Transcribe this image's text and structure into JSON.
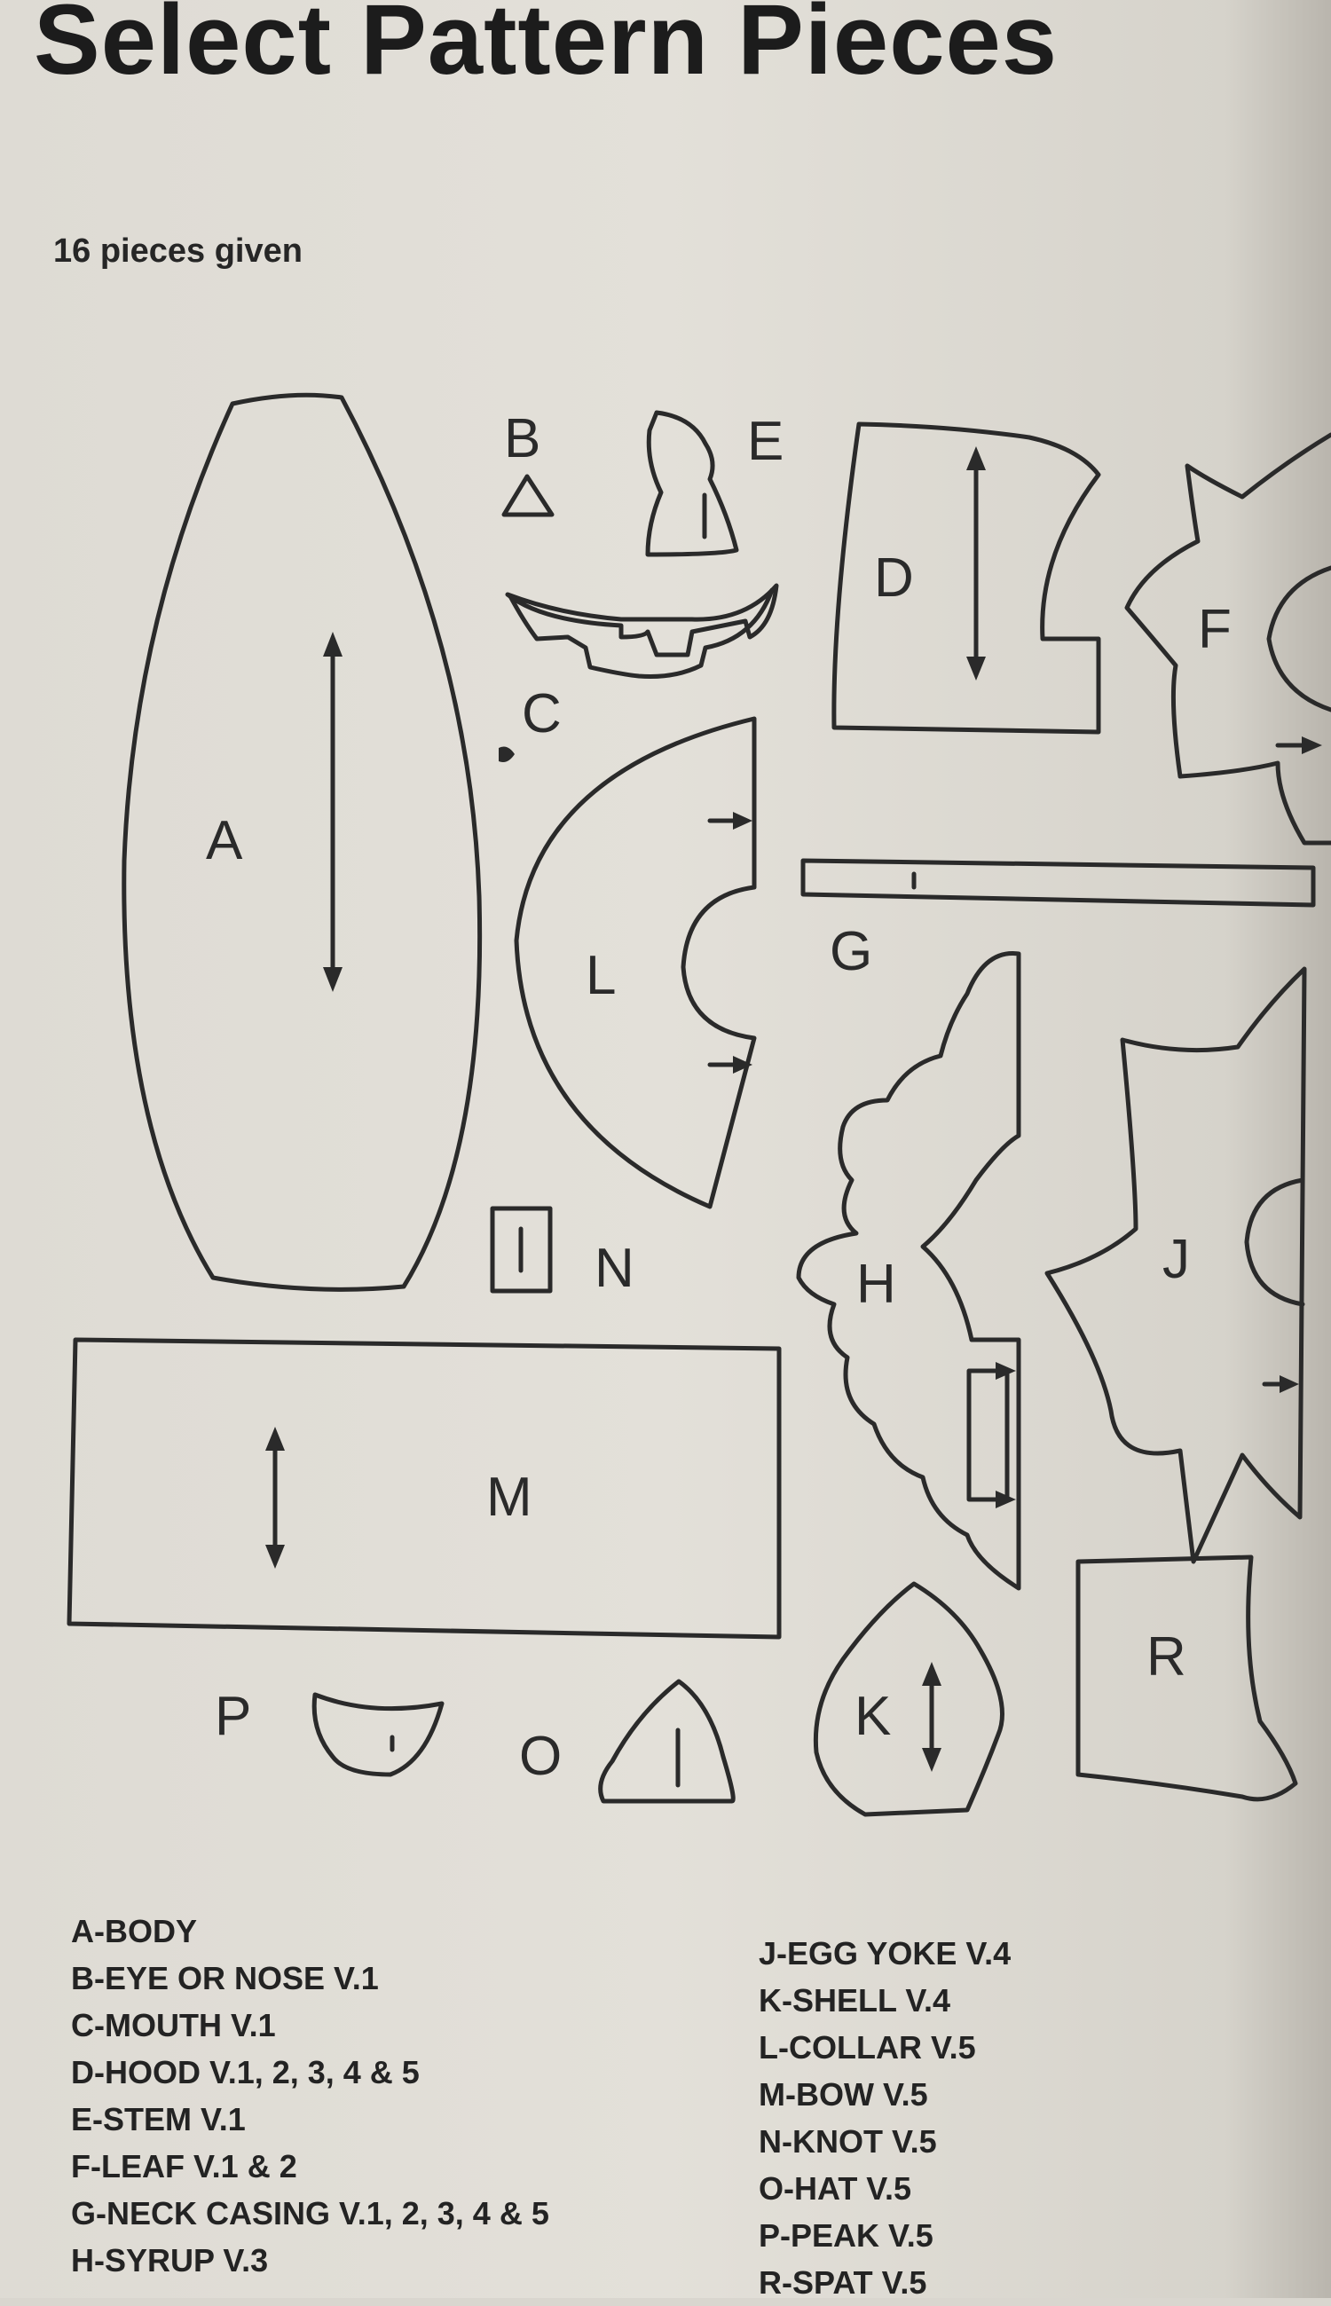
{
  "title": "Select Pattern Pieces",
  "subtitle": "16 pieces given",
  "pieces": [
    {
      "key": "a",
      "letter": "A"
    },
    {
      "key": "b",
      "letter": "B"
    },
    {
      "key": "c",
      "letter": "C"
    },
    {
      "key": "d",
      "letter": "D"
    },
    {
      "key": "e",
      "letter": "E"
    },
    {
      "key": "f",
      "letter": "F"
    },
    {
      "key": "g",
      "letter": "G"
    },
    {
      "key": "h",
      "letter": "H"
    },
    {
      "key": "j",
      "letter": "J"
    },
    {
      "key": "k",
      "letter": "K"
    },
    {
      "key": "l",
      "letter": "L"
    },
    {
      "key": "m",
      "letter": "M"
    },
    {
      "key": "n",
      "letter": "N"
    },
    {
      "key": "o",
      "letter": "O"
    },
    {
      "key": "p",
      "letter": "P"
    },
    {
      "key": "r",
      "letter": "R"
    }
  ],
  "legend_left": [
    "A-BODY",
    "B-EYE OR NOSE V.1",
    "C-MOUTH V.1",
    "D-HOOD V.1, 2, 3, 4 & 5",
    "E-STEM V.1",
    "F-LEAF V.1 & 2",
    "G-NECK CASING V.1, 2, 3, 4 & 5",
    "H-SYRUP V.3"
  ],
  "legend_right": [
    "J-EGG YOKE V.4",
    "K-SHELL V.4",
    "L-COLLAR V.5",
    "M-BOW V.5",
    "N-KNOT V.5",
    "O-HAT V.5",
    "P-PEAK V.5",
    "R-SPAT V.5"
  ]
}
